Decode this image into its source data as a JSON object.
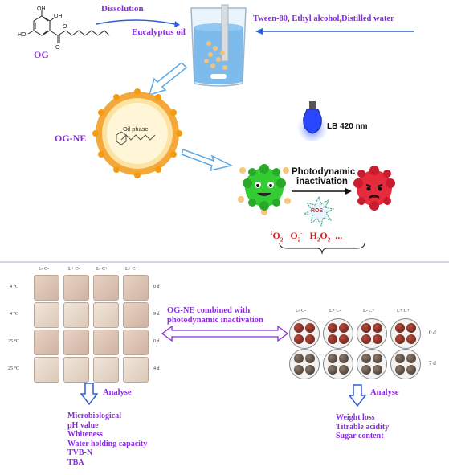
{
  "top": {
    "og_label": "OG",
    "dissolution_label": "Dissolution",
    "eucalyptus_label": "Eucalyptus oil",
    "tween_label": "Tween-80,  Ethyl alcohol,Distilled water",
    "ogne_label": "OG-NE",
    "oil_phase_label": "Oil phase",
    "lb_label": "LB 420 nm",
    "photodynamic_label": "Photodynamic inactivation",
    "ros_label": "ROS",
    "species": {
      "s1": "1",
      "o": "O",
      "two1": "2",
      "o2": "O",
      "two2": "2",
      "minus": "-",
      "h": "H",
      "two3": "2",
      "o3": "O",
      "two4": "2",
      "dots": "..."
    }
  },
  "left_panel": {
    "column_headers": [
      "L- C-",
      "L+ C-",
      "L- C+",
      "L+ C+"
    ],
    "row_temps": [
      "4 °C",
      "4 °C",
      "25 °C",
      "25 °C"
    ],
    "row_days": [
      "0 d",
      "9 d",
      "0 d",
      "4 d"
    ],
    "analyse_label": "Analyse",
    "analyses": [
      "Microbiological",
      "pH value",
      "Whiteness",
      "Water holding capacity",
      "TVB-N",
      "TBA"
    ]
  },
  "middle": {
    "combined_line1": "OG-NE combined with",
    "combined_line2": "photodynamic inactivation"
  },
  "right_panel": {
    "column_headers": [
      "L- C-",
      "L+ C-",
      "L- C+",
      "L+ C+"
    ],
    "row_days": [
      "0 d",
      "7 d"
    ],
    "analyse_label": "Analyse",
    "analyses": [
      "Weight loss",
      "Titrable acidity",
      "Sugar content"
    ]
  },
  "colors": {
    "purple": "#8a2be2",
    "arrow_blue": "#2e5fd6",
    "bacteria_green": "#33cc33",
    "bacteria_red": "#e52b3c",
    "species_red": "#d62020",
    "beaker_blue": "#5aa8e8"
  }
}
